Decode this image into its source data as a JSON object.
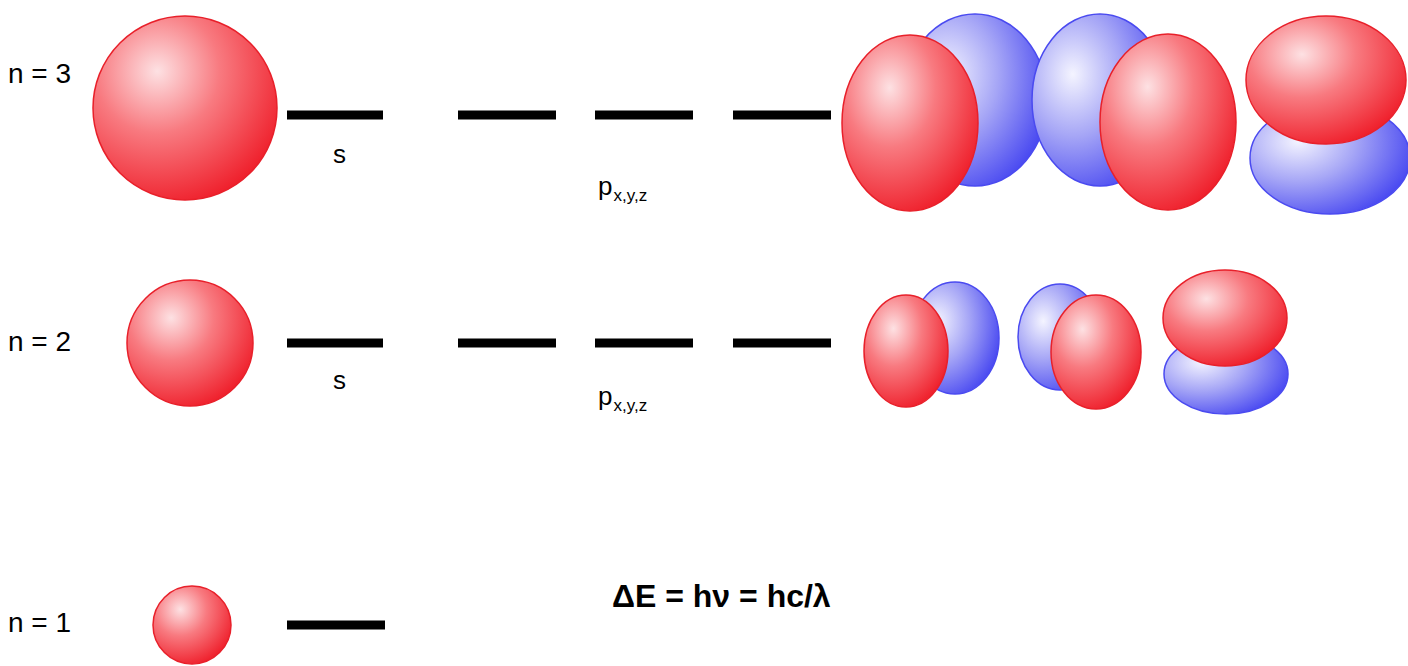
{
  "diagram": {
    "labels": [
      "n = 3",
      "s",
      "p",
      "x,y,z",
      "n = 2",
      "s",
      "p",
      "x,y,z",
      "n = 1",
      "ΔE = hν = hc/λ"
    ]
  }
}
